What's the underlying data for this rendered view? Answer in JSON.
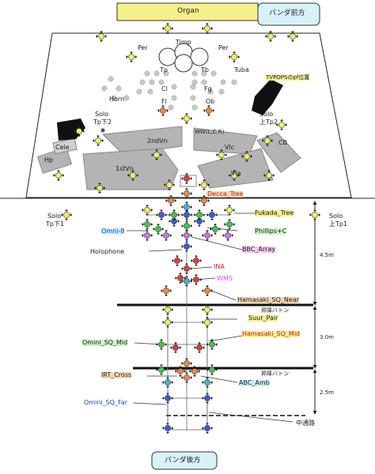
{
  "header": {
    "organ_label": "Organ",
    "front_label": "バンダ前方"
  },
  "footer": {
    "rear_label": "バンダ後方"
  },
  "stage": {
    "percussion_left": "Per",
    "percussion_right": "Per",
    "timpani": "Timp",
    "trumpet": "Tp",
    "trombone": "Tb",
    "tuba": "Tuba",
    "clarinet": "Cl",
    "bassoon": "Fg",
    "flute": "Fl",
    "oboe": "Ob",
    "horn": "Horn",
    "piano_position": "TVPOPSのpf位置",
    "solo_left": "Solo",
    "solo_left_sub": "Tp下2",
    "solo_right": "Solo",
    "solo_right_sub": "上Tp2",
    "celesta": "Cele",
    "harp": "Hp",
    "second_violin": "2ndVn",
    "first_violin": "1stVn",
    "viola": "Vla",
    "cello": "Vlc",
    "contrabass": "CB",
    "ww_mic": "WW(L,C,R)"
  },
  "hall": {
    "solo_tp1_left": "Solo",
    "solo_tp1_left_sub": "Tp下1",
    "solo_tp1_right": "Solo",
    "solo_tp1_right_sub": "上Tp1",
    "decca_tree": "Decca_Tree",
    "fukada_tree": "Fukada_Tree",
    "omni_8": "Omni-8",
    "phillips_c": "Phillips+C",
    "holophone": "Holophone",
    "bbc_array": "BBC_Array",
    "ina": "INA",
    "wms": "WMS",
    "hamasaki_near": "Hamasaki_SQ_Near",
    "batten_1": "昇降バトン",
    "suur_pair": "Suur_Pair",
    "omni_sq_mid": "Omini_SQ_Mid",
    "hamasaki_mid": "Hamasaki_SQ_Mid",
    "batten_2": "昇降バトン",
    "irt_cross": "IRT_Cross",
    "abc_amb": "ABC_Amb",
    "omni_sq_far": "Omini_SQ_Far",
    "aisle": "中通路",
    "dist_1": "4.5m",
    "dist_2": "3.0m",
    "dist_3": "2.5m"
  },
  "colors": {
    "yellow": "#f0f060",
    "yellow_green": "#b4e040",
    "green": "#3cc84a",
    "orange": "#f08a3c",
    "red": "#e03c3c",
    "cyan": "#40b8d8",
    "blue": "#3c5ad8",
    "purple": "#c878e8",
    "gray_section": "#b4b4b4",
    "gray_seat": "#c8c8c8"
  }
}
